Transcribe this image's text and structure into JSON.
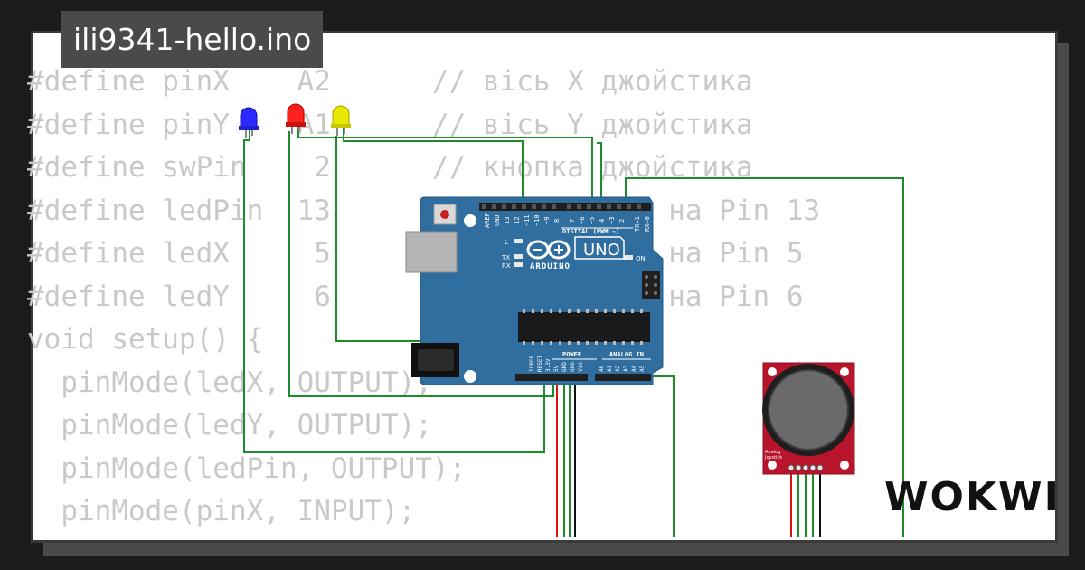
{
  "project": {
    "file_name": "ili9341-hello.ino",
    "brand": "WOKWI"
  },
  "code_lines": [
    "#define pinX    A2      // вісь X джойстика",
    "#define pinY    A1      // вісь Y джойстика",
    "#define swPin    2      // кнопка джойстика",
    "#define ledPin  13      // світлодіод на Pin 13",
    "#define ledX     5      // світлодіод на Pin 5",
    "#define ledY     6      // світлодіод на Pin 6",
    "void setup() {",
    "  pinMode(ledX, OUTPUT);",
    "  pinMode(ledY, OUTPUT);",
    "  pinMode(ledPin, OUTPUT);",
    "  pinMode(pinX, INPUT);"
  ],
  "arduino": {
    "model": "UNO",
    "brand": "ARDUINO",
    "digital_header": "DIGITAL (PWM ~)",
    "power_header": "POWER",
    "analog_header": "ANALOG IN",
    "led_l": "L",
    "led_tx": "TX",
    "led_rx": "RX",
    "led_on": "ON",
    "digital_pins": [
      "AREF",
      "GND",
      "13",
      "12",
      "~11",
      "~10",
      "~9",
      "8",
      "7",
      "~6",
      "~5",
      "4",
      "~3",
      "2",
      "TX→1",
      "RX←0"
    ],
    "power_pins": [
      "IOREF",
      "RESET",
      "3.3V",
      "5V",
      "GND",
      "GND",
      "Vin"
    ],
    "analog_pins": [
      "A0",
      "A1",
      "A2",
      "A3",
      "A4",
      "A5"
    ]
  },
  "joystick": {
    "label_line1": "Analog",
    "label_line2": "Joystick"
  },
  "colors": {
    "background": "#1b1b1b",
    "code_text": "#c9c9c9",
    "board_blue": "#2f6e9f",
    "wire_green": "#1e8c2a",
    "wire_red": "#e01010",
    "wire_black": "#111111",
    "joystick_red": "#b8142b",
    "led_blue": "#2a2aff",
    "led_red": "#ff2020",
    "led_yellow": "#e8e800"
  },
  "icons": [
    "led-blue-icon",
    "led-red-icon",
    "led-yellow-icon",
    "arduino-infinity-logo",
    "joystick-knob-icon"
  ]
}
